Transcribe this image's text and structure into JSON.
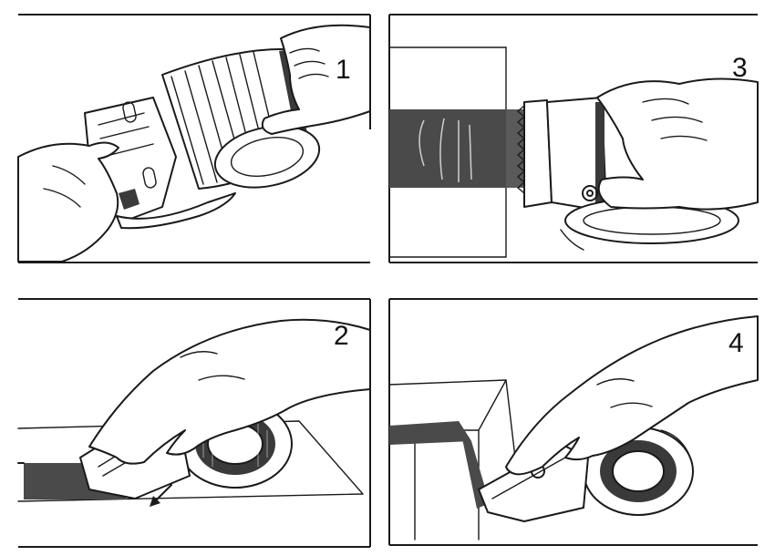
{
  "steps": [
    {
      "id": "1",
      "label": "1"
    },
    {
      "id": "2",
      "label": "2"
    },
    {
      "id": "3",
      "label": "3"
    },
    {
      "id": "4",
      "label": "4"
    }
  ],
  "colors": {
    "ink": "#1a1a1a",
    "tape": "#4a4a4a",
    "paper": "#ffffff"
  }
}
